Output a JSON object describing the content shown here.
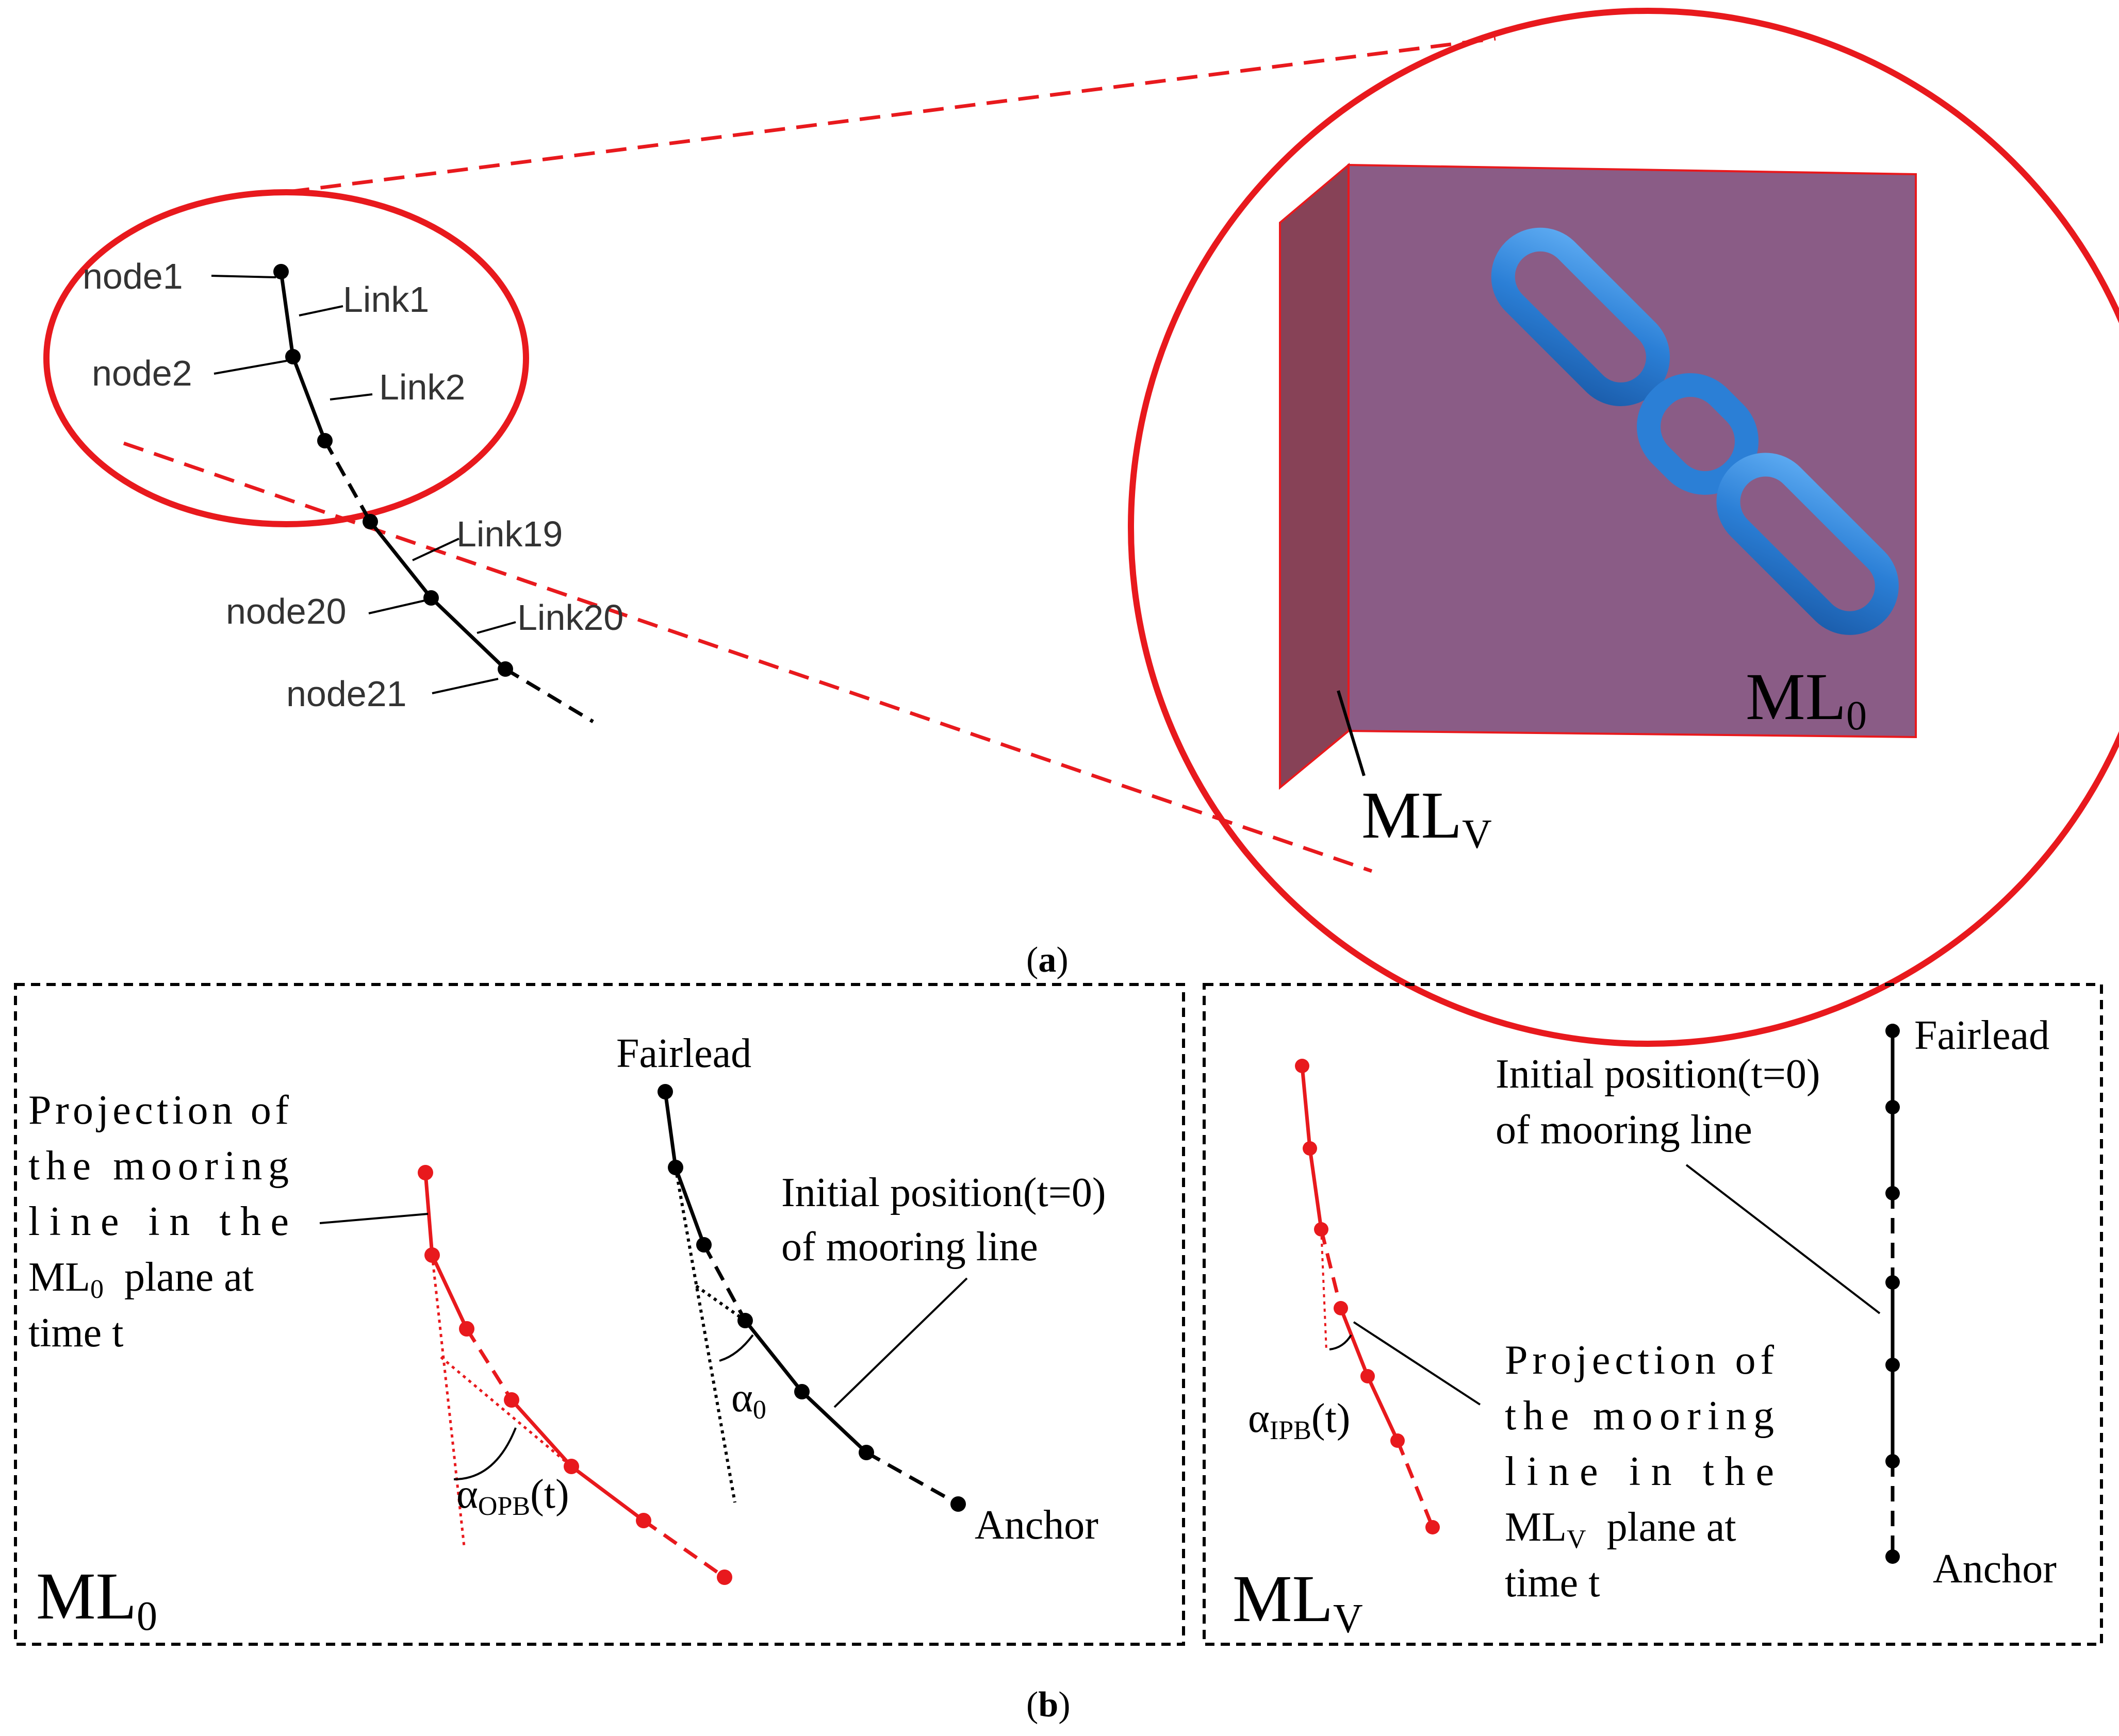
{
  "panel_a": {
    "nodes": [
      "node1",
      "node2",
      "node20",
      "node21"
    ],
    "links": [
      "Link1",
      "Link2",
      "Link19",
      "Link20"
    ],
    "plane_label_main": "ML",
    "plane_label_main_sub": "0",
    "plane_label_vertical": "ML",
    "plane_label_vertical_sub": "V",
    "caption_letter": "a"
  },
  "panel_b_left": {
    "fairlead": "Fairlead",
    "anchor": "Anchor",
    "initial_line1": "Initial position(t=0)",
    "initial_line2": "of mooring line",
    "projection_lines": [
      "Projection of",
      "the mooring",
      "line in the",
      "ML",
      "plane at",
      "time t"
    ],
    "projection_sub": "0",
    "alpha0_sub": "0",
    "alpha_opb_sub": "OPB",
    "alpha_arg": "(t)",
    "alpha_symbol": "α",
    "plane_label": "ML",
    "plane_label_sub": "0"
  },
  "panel_b_right": {
    "fairlead": "Fairlead",
    "anchor": "Anchor",
    "initial_line1": "Initial position(t=0)",
    "initial_line2": "of mooring line",
    "projection_lines": [
      "Projection of",
      "the mooring",
      "line in the",
      "ML",
      "plane at",
      "time t"
    ],
    "projection_sub": "V",
    "alpha_ipb_sub": "IPB",
    "alpha_arg": "(t)",
    "alpha_symbol": "α",
    "plane_label": "ML",
    "plane_label_sub": "V"
  },
  "caption_b_letter": "b",
  "colors": {
    "highlight_red": "#e8191d",
    "plane_purple": "#8a5c86",
    "plane_side": "#874257",
    "chain_blue": "#2b7fd6"
  }
}
